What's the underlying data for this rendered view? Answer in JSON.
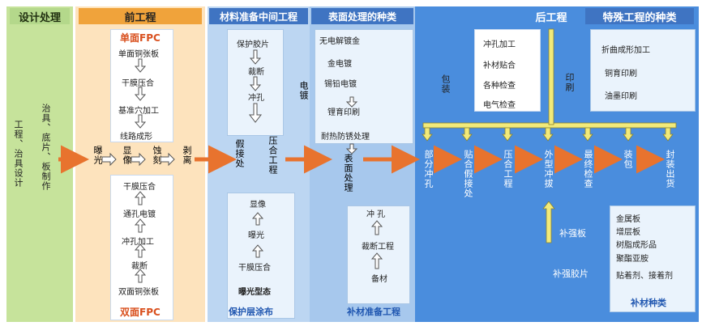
{
  "headers": {
    "design": "设计处理",
    "front": "前工程",
    "material": "材料准备中间工程",
    "surface": "表面处理的种类",
    "back": "后工程",
    "special": "特殊工程的种类"
  },
  "design": {
    "left_vertical": "工程、治具设计",
    "right_vertical": "治具、底片、板制作"
  },
  "front": {
    "single_title": "单面FPC",
    "single_steps": [
      "单面铜张板",
      "干膜压合",
      "基准穴加工",
      "线路成形"
    ],
    "double_title": "双面FPC",
    "double_steps": [
      "干膜压合",
      "通孔电镀",
      "冲孔加工",
      "裁断",
      "双面铜张板"
    ],
    "main_flow": [
      "曝光",
      "显像",
      "蚀刻",
      "剥离"
    ]
  },
  "material": {
    "top_steps": [
      "保护胶片",
      "裁断",
      "冲孔"
    ],
    "bottom_steps": [
      "显像",
      "曝光",
      "干膜压合",
      "曝光型态"
    ],
    "bottom_title": "保护层涂布",
    "fake_label": "假接处",
    "press_label": "压合工程",
    "plating_label": "电镀"
  },
  "surface": {
    "items": [
      "无电解镀金",
      "金电镀",
      "锡铅电镀",
      "锂育印刷",
      "耐热防锈处理"
    ],
    "flow_label": "表面处理",
    "sub_steps": [
      "冲 孔",
      "裁断工程",
      "备材"
    ],
    "sub_title": "补材准备工程"
  },
  "back": {
    "package": "包装",
    "print": "印刷",
    "check_items": [
      "冲孔加工",
      "补材贴合",
      "各种检查",
      "电气检查"
    ],
    "flow": [
      "部分冲孔",
      "贴合假接处",
      "压合工程",
      "外型冲拔",
      "最终检查",
      "装包",
      "封装出货"
    ],
    "reinforce_board": "补强板",
    "reinforce_film": "补强胶片"
  },
  "special": {
    "items": [
      "折曲成形加工",
      "铜育印刷",
      "油墨印刷"
    ],
    "materials": [
      "金属板",
      "增层板",
      "树脂成形品",
      "聚酯亚胺",
      "贴着剂、接着剂"
    ],
    "materials_title": "补材种类"
  },
  "colors": {
    "design_bg": "#c6e39b",
    "front_bg": "#fde3bd",
    "material_bg": "#bcd6f2",
    "surface_bg": "#a7c8ed",
    "back_bg": "#4a8ddd",
    "arrow_orange": "#e8732e",
    "arrow_yellow": "#f2ea7a",
    "header_orange": "#f0a33b",
    "header_green": "#b4d88b",
    "header_blue": "#3f74c2",
    "title_red": "#d9501e"
  }
}
